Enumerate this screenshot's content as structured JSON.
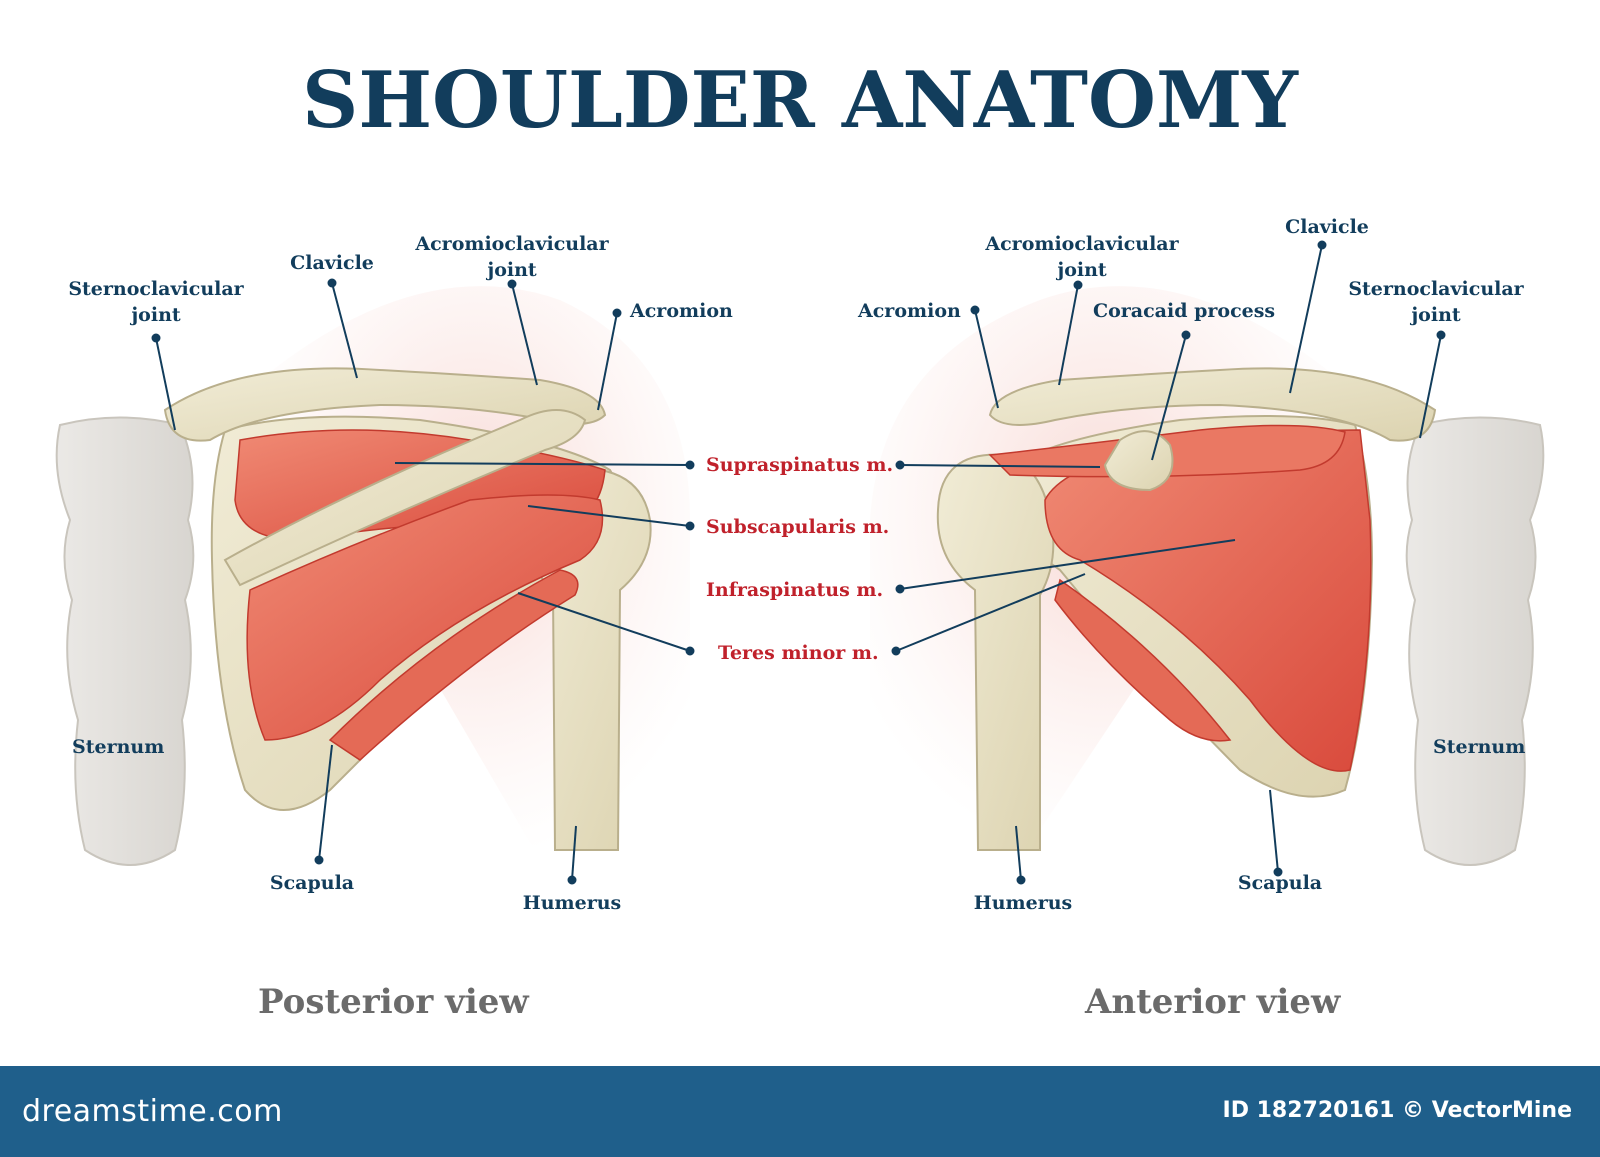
{
  "title": "SHOULDER ANATOMY",
  "posterior": {
    "view_label": "Posterior view",
    "labels": {
      "sternoclavicular": "Sternoclavicular\njoint",
      "clavicle": "Clavicle",
      "acromioclavicular": "Acromioclavicular\njoint",
      "acromion": "Acromion",
      "sternum": "Sternum",
      "scapula": "Scapula",
      "humerus": "Humerus"
    }
  },
  "anterior": {
    "view_label": "Anterior view",
    "labels": {
      "acromioclavicular": "Acromioclavicular\njoint",
      "clavicle": "Clavicle",
      "acromion": "Acromion",
      "coracoid": "Coracaid process",
      "sternoclavicular": "Sternoclavicular\njoint",
      "sternum": "Sternum",
      "scapula": "Scapula",
      "humerus": "Humerus"
    }
  },
  "muscles": [
    "Supraspinatus m.",
    "Subscapularis m.",
    "Infraspinatus m.",
    "Teres minor m."
  ],
  "footer": {
    "brand": "dreamstime.com",
    "credit": "ID 182720161 © VectorMine"
  },
  "colors": {
    "title": "#123d5c",
    "label": "#123d5c",
    "muscle_label": "#c0212b",
    "bone": "#e9e2c6",
    "muscle": "#e2604f",
    "footer": "#1f5f8b"
  }
}
